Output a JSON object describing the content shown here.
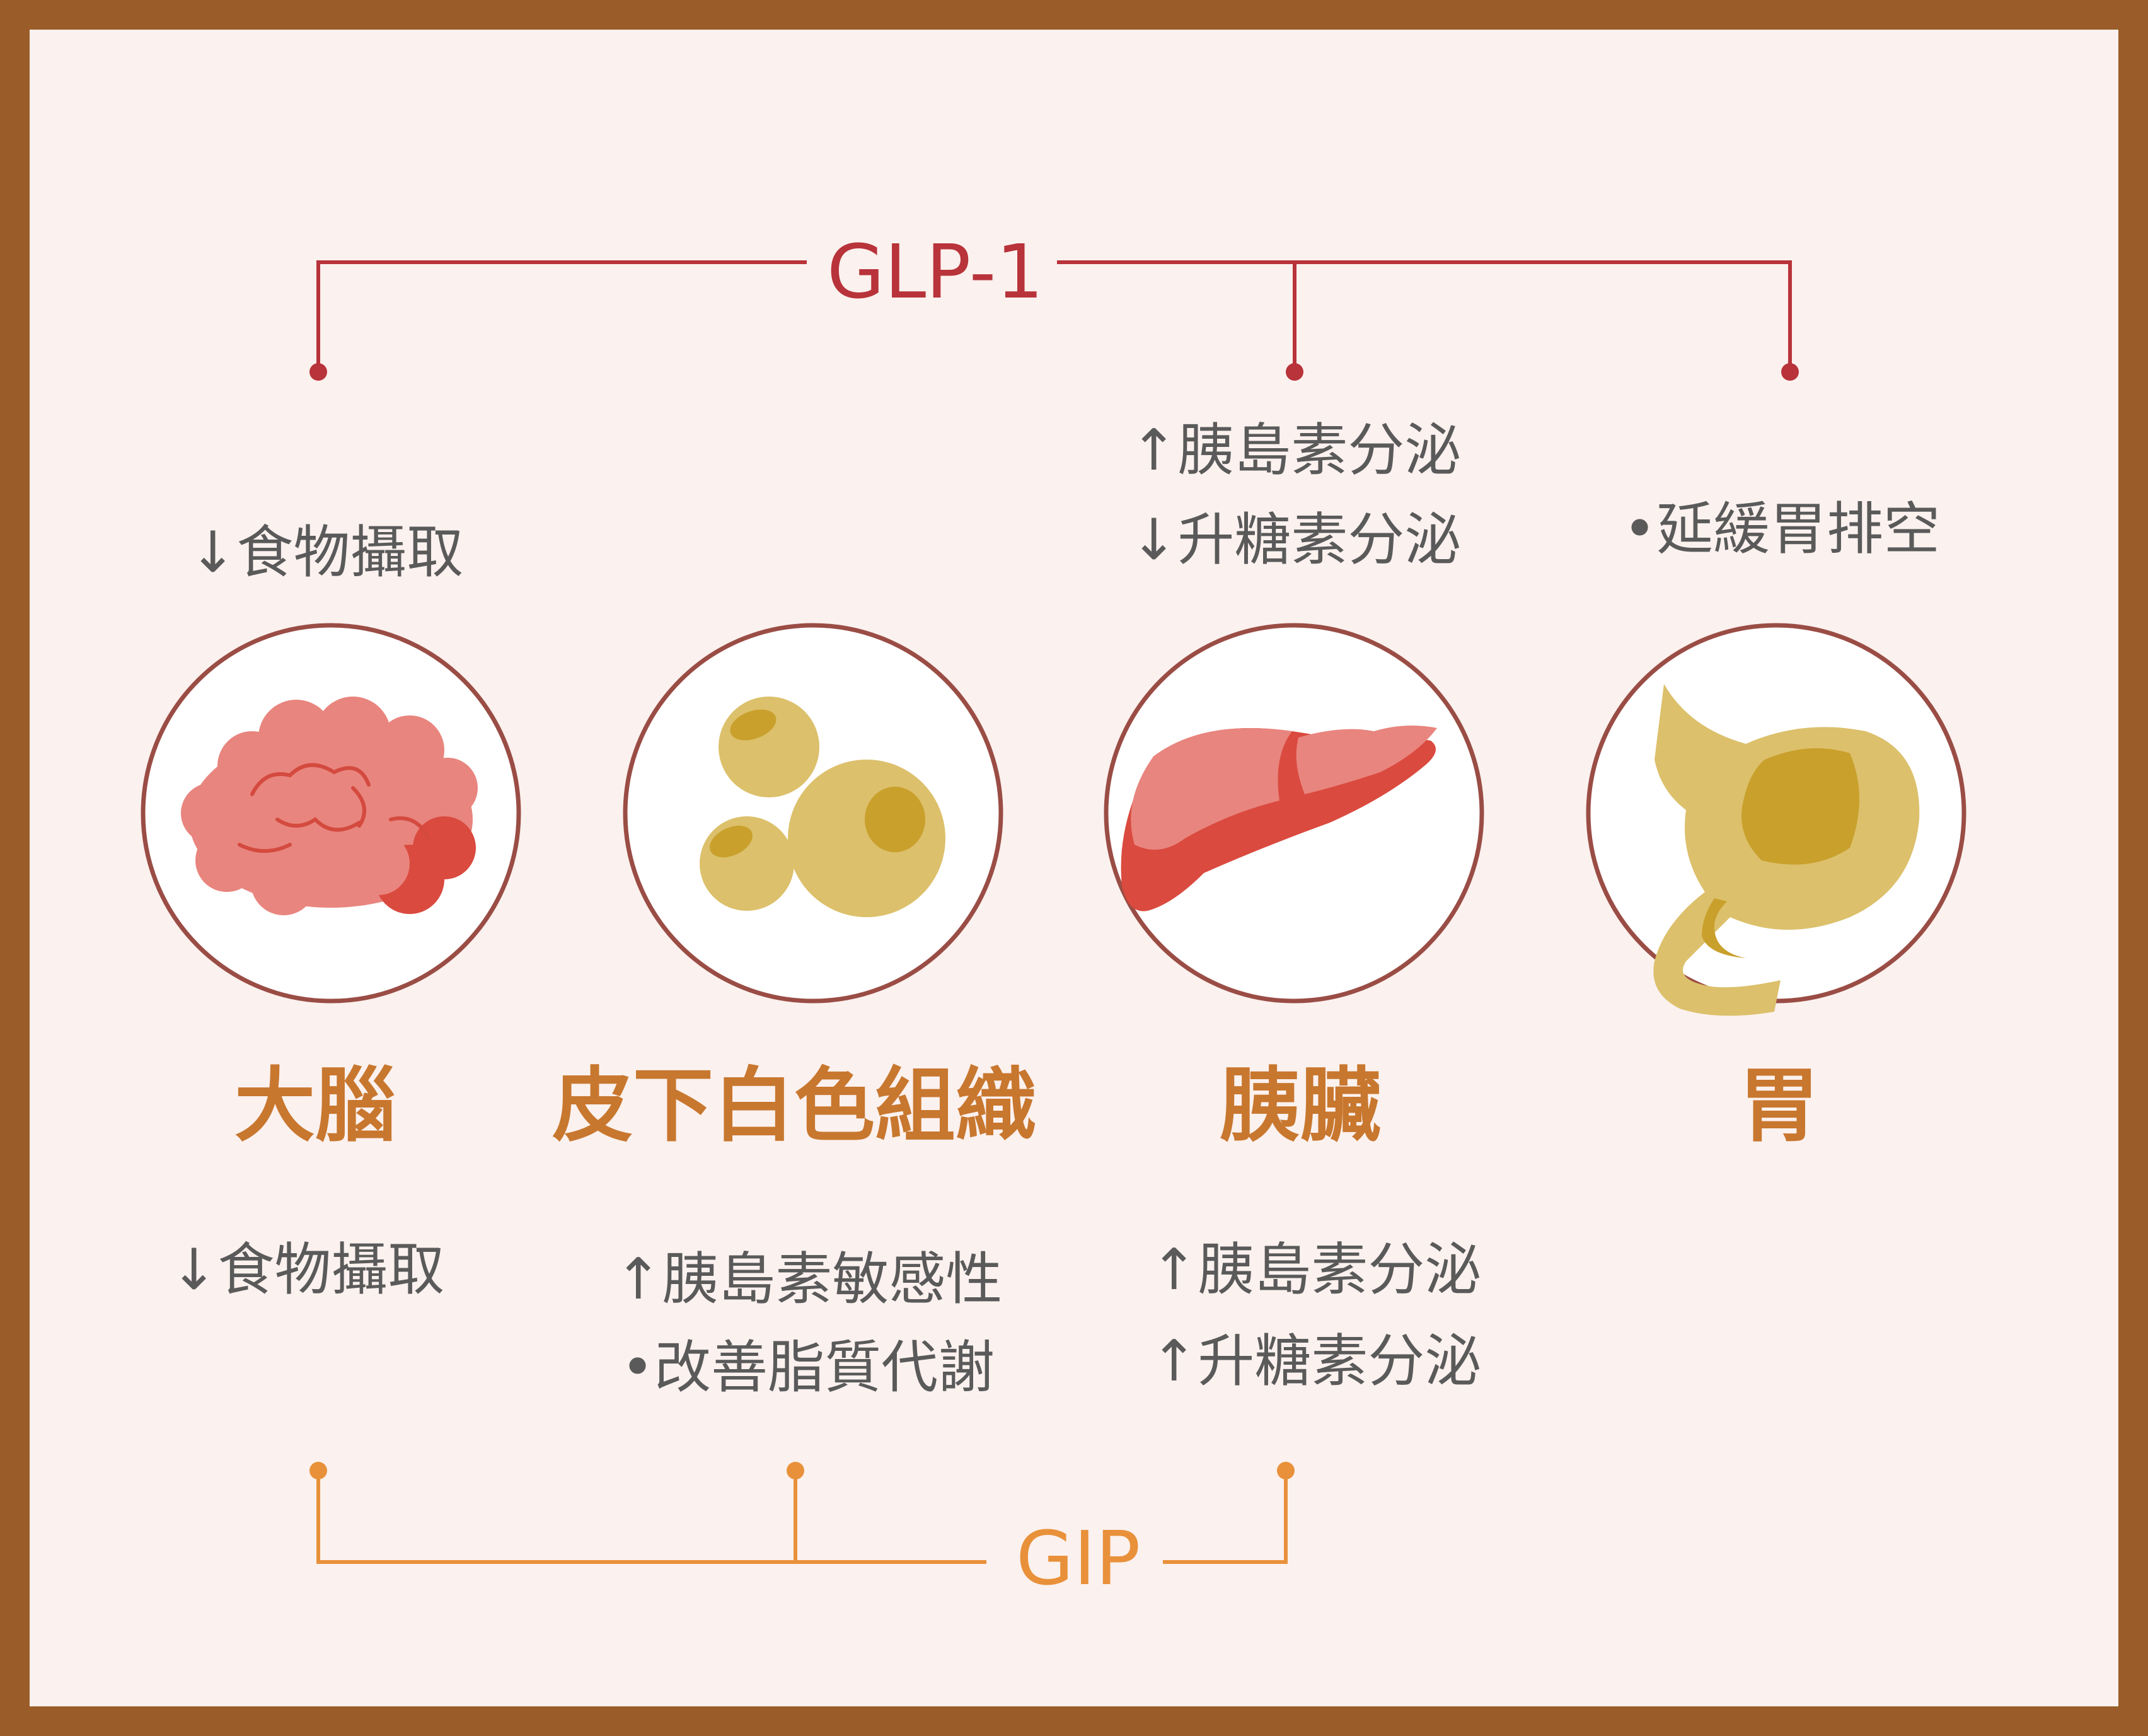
{
  "hormones": {
    "glp1": {
      "label": "GLP-1",
      "color": "#b8333a",
      "effects": {
        "brain": [
          "↓食物攝取"
        ],
        "pancreas": [
          "↑胰島素分泌",
          "↓升糖素分泌"
        ],
        "stomach": [
          "•延緩胃排空"
        ]
      }
    },
    "gip": {
      "label": "GIP",
      "color": "#e8913a",
      "effects": {
        "brain": [
          "↓食物攝取"
        ],
        "fat": [
          "↑胰島素敏感性",
          "•改善脂質代謝"
        ],
        "pancreas": [
          "↑胰島素分泌",
          "↑升糖素分泌"
        ]
      }
    }
  },
  "organs": [
    {
      "key": "brain",
      "name": "大腦",
      "icon": "brain-icon"
    },
    {
      "key": "fat",
      "name": "皮下白色組織",
      "icon": "fat-cells-icon"
    },
    {
      "key": "pancreas",
      "name": "胰臟",
      "icon": "pancreas-icon"
    },
    {
      "key": "stomach",
      "name": "胃",
      "icon": "stomach-icon"
    }
  ],
  "colors": {
    "border": "#9a5c29",
    "background": "#fbf1ee",
    "organ_name": "#c8772f",
    "circle_stroke": "#9a4d45",
    "text": "#5a5a5a"
  }
}
